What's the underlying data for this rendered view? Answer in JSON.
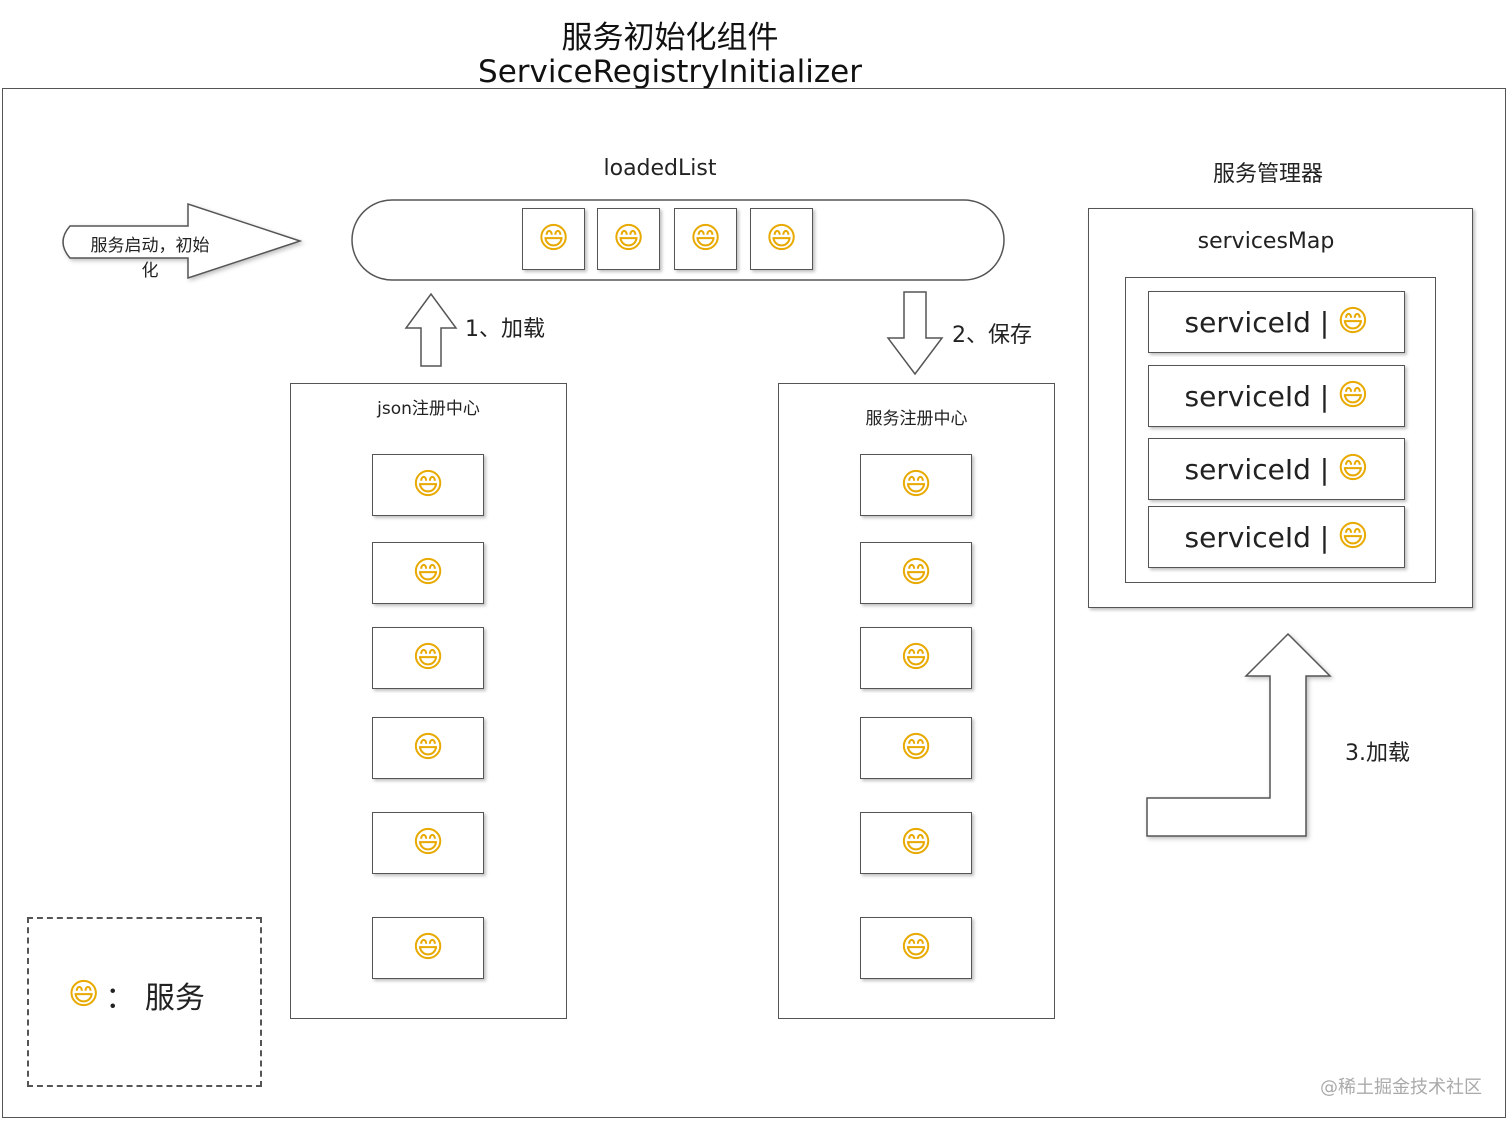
{
  "title": {
    "line1": "服务初始化组件",
    "line2": "ServiceRegistryInitializer"
  },
  "start_arrow": {
    "label": "服务启动，初始化"
  },
  "loaded_list": {
    "label": "loadedList",
    "items": [
      "😄",
      "😄",
      "😄",
      "😄"
    ]
  },
  "manager": {
    "title": "服务管理器",
    "map_label": "servicesMap",
    "rows": [
      {
        "key": "serviceId",
        "sep": "|",
        "icon": "😄"
      },
      {
        "key": "serviceId",
        "sep": "|",
        "icon": "😄"
      },
      {
        "key": "serviceId",
        "sep": "|",
        "icon": "😄"
      },
      {
        "key": "serviceId",
        "sep": "|",
        "icon": "😄"
      }
    ]
  },
  "step1": {
    "label": "1、加载"
  },
  "step2": {
    "label": "2、保存"
  },
  "step3": {
    "label": "3.加载"
  },
  "json_registry": {
    "title": "json注册中心",
    "items": [
      "😄",
      "😄",
      "😄",
      "😄",
      "😄",
      "😄"
    ]
  },
  "service_registry": {
    "title": "服务注册中心",
    "items": [
      "😄",
      "😄",
      "😄",
      "😄",
      "😄",
      "😄"
    ]
  },
  "legend": {
    "icon": "😄",
    "text": "：  服务"
  },
  "watermark": "@稀土掘金技术社区"
}
